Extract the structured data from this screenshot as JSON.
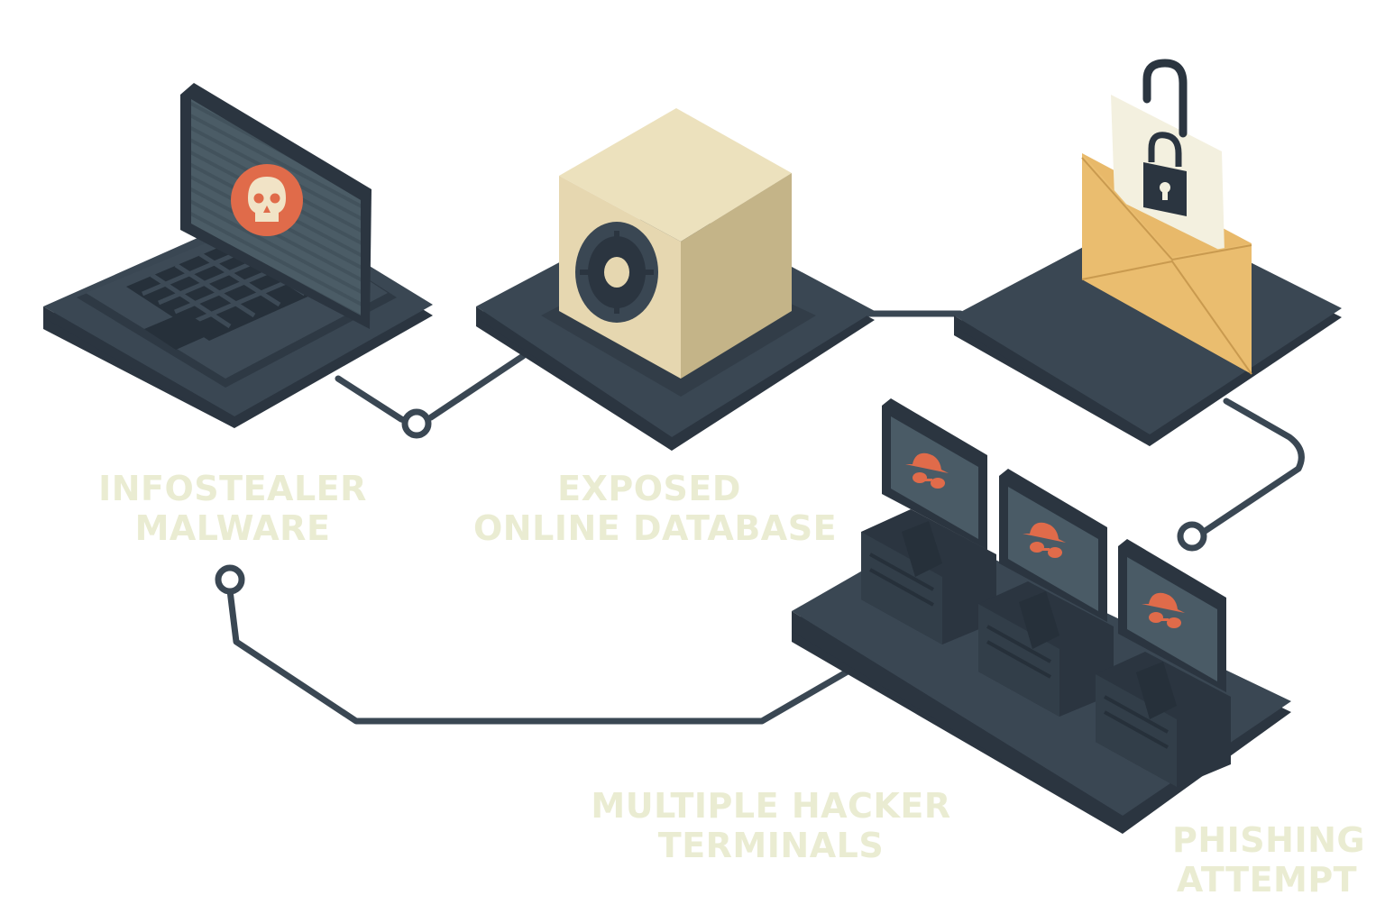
{
  "labels": {
    "infostealer": {
      "line1": "INFOSTEALER",
      "line2": "MALWARE"
    },
    "database": {
      "line1": "EXPOSED",
      "line2": "ONLINE DATABASE"
    },
    "hackers": {
      "line1": "MULTIPLE HACKER",
      "line2": "TERMINALS"
    },
    "phishing": {
      "line1": "PHISHING",
      "line2": "ATTEMPT"
    }
  },
  "colors": {
    "slate": "#3a4753",
    "slate_dark": "#2b3540",
    "screen": "#4a5b66",
    "accent_orange": "#e06b4a",
    "safe_beige": "#e6d7b0",
    "envelope": "#e8b96a",
    "label_text": "#eaecd2"
  }
}
